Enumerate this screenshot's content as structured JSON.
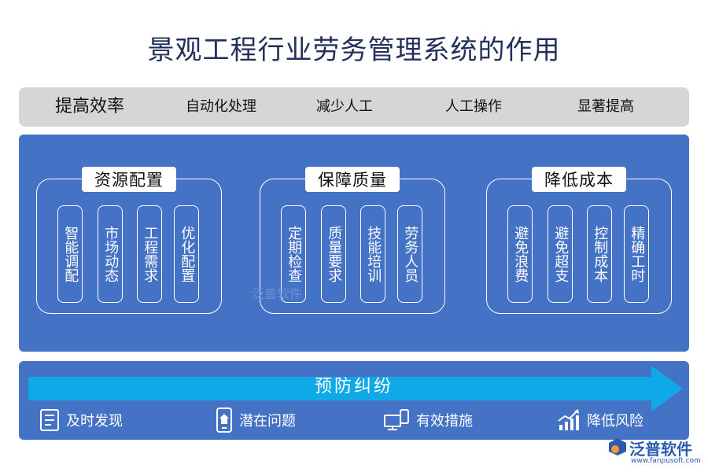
{
  "title": "景观工程行业劳务管理系统的作用",
  "top_bar": {
    "items": [
      "提高效率",
      "自动化处理",
      "减少人工",
      "人工操作",
      "显著提高"
    ]
  },
  "groups": [
    {
      "title": "资源配置",
      "items": [
        "智能调配",
        "市场动态",
        "工程需求",
        "优化配置"
      ]
    },
    {
      "title": "保障质量",
      "items": [
        "定期检查",
        "质量要求",
        "技能培训",
        "劳务人员"
      ]
    },
    {
      "title": "降低成本",
      "items": [
        "避免浪费",
        "避免超支",
        "控制成本",
        "精确工时"
      ]
    }
  ],
  "watermark": "泛普软件",
  "bottom": {
    "arrow_label": "预防纠纷",
    "items": [
      {
        "label": "及时发现",
        "icon": "document-icon"
      },
      {
        "label": "潜在问题",
        "icon": "mobile-home-icon"
      },
      {
        "label": "有效措施",
        "icon": "devices-icon"
      },
      {
        "label": "降低风险",
        "icon": "trend-chart-icon"
      }
    ]
  },
  "brand": {
    "name": "泛普软件",
    "url": "www.fanpusoft.com"
  },
  "colors": {
    "title": "#23305c",
    "top_bar_bg": "#d6d6d8",
    "panel_bg": "#4472c4",
    "arrow": "#10a9e8",
    "brand": "#2c5bb5"
  }
}
